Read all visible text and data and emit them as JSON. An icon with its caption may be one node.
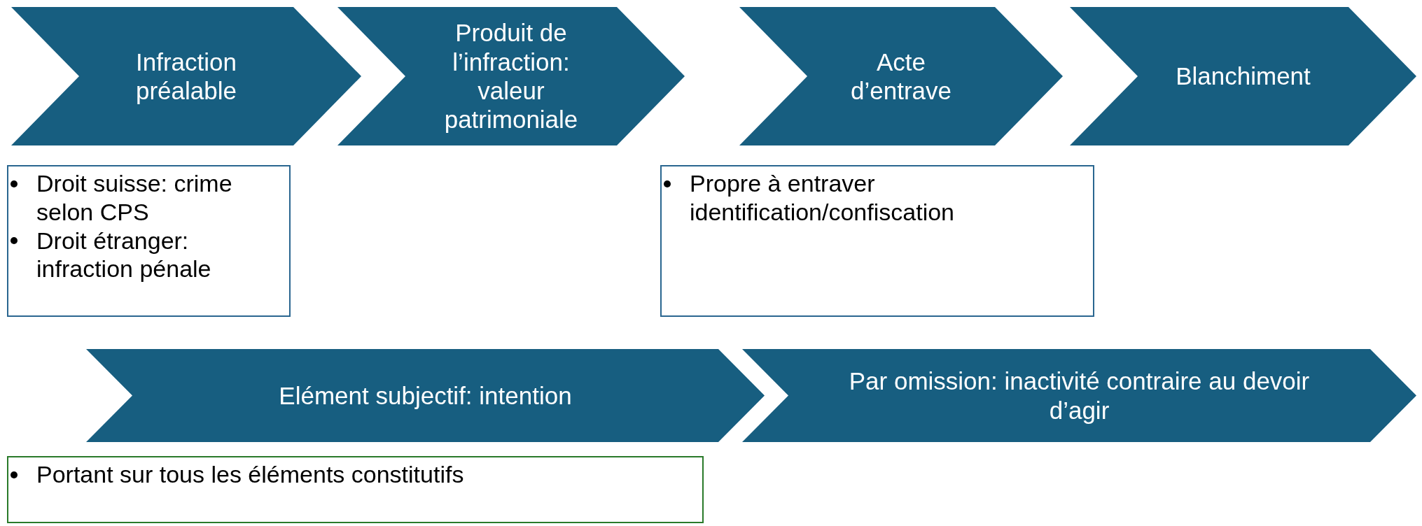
{
  "diagram": {
    "nodes": [
      {
        "text": [
          "Infraction préalable"
        ]
      },
      {
        "text": [
          "Produit de l’infraction: valeur patrimoniale"
        ]
      },
      {
        "text": [
          "Acte d’entrave"
        ]
      },
      {
        "text": [
          "Blanchiment"
        ]
      },
      {
        "text": [
          "Droit suisse: crime selon CPS",
          "Droit étranger: infraction pénale"
        ]
      },
      {
        "text": [
          "Propre à entraver identification/confiscation"
        ]
      },
      {
        "text": [
          "Elément subjectif: intention"
        ]
      },
      {
        "text": [
          "Par omission: inactivité contraire au devoir d’agir"
        ]
      },
      {
        "text": [
          "Portant sur tous les éléments constitutifs"
        ]
      }
    ]
  }
}
